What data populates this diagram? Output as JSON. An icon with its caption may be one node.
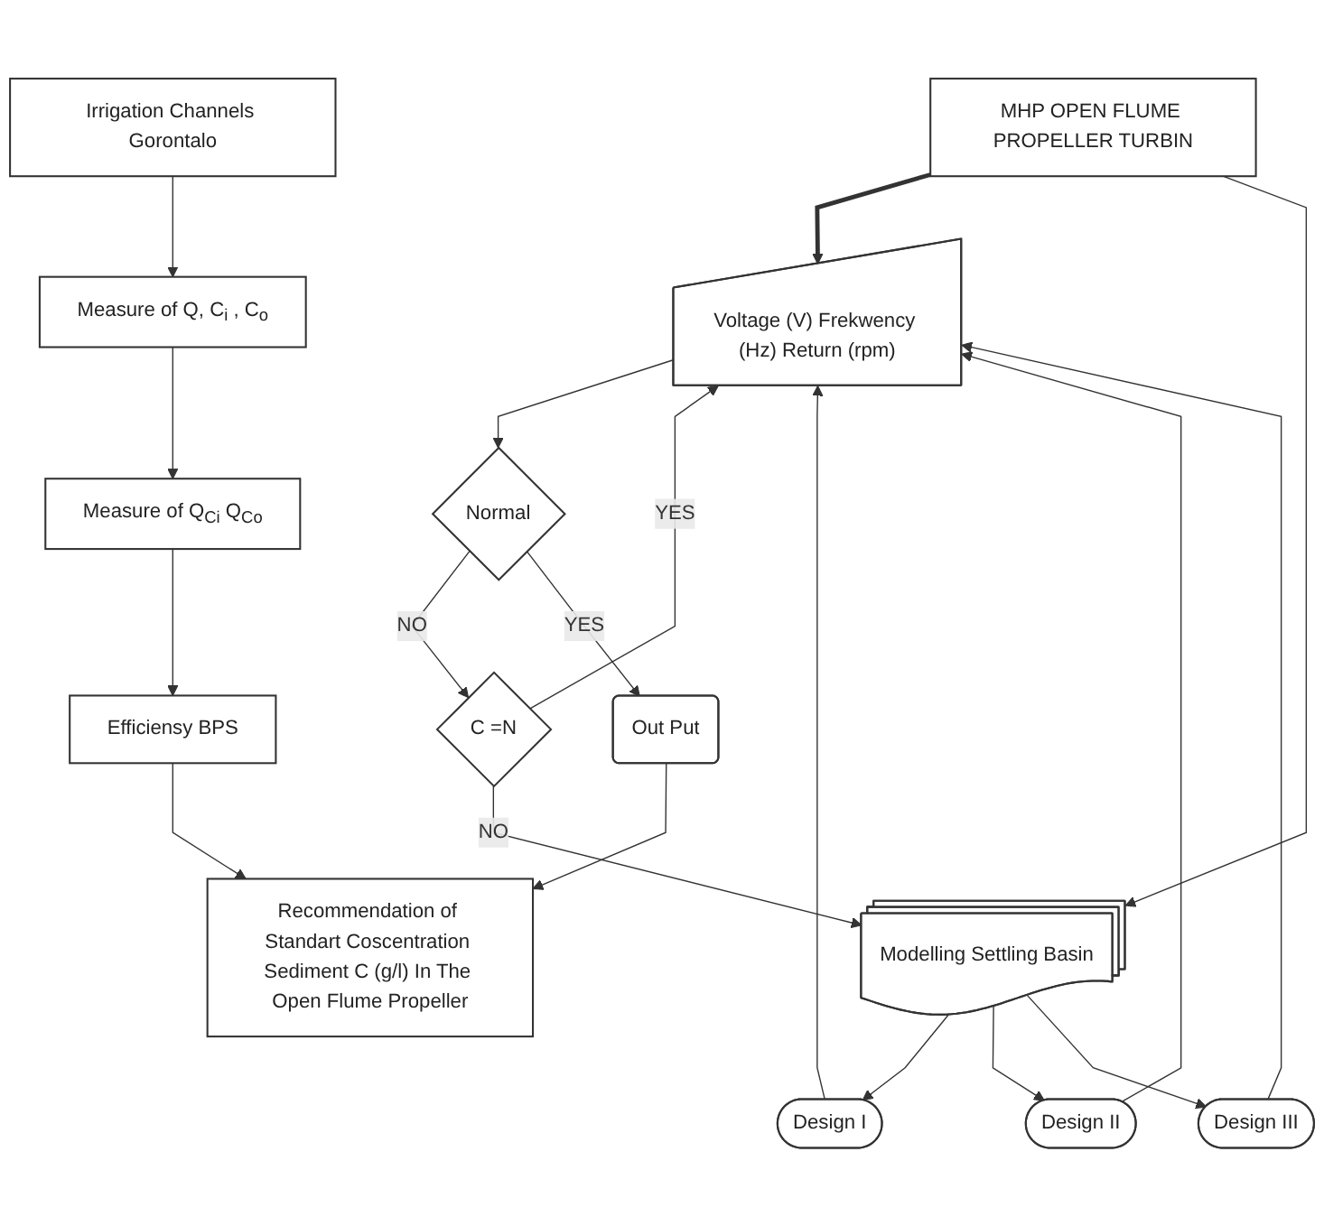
{
  "diagram": {
    "nodes": [
      {
        "text": [
          "MHP OPEN FLUME PROPELLER TURBIN"
        ]
      },
      {
        "text": [
          "Voltage (V) Frekwency (Hz) Return (rpm)"
        ]
      },
      {
        "text": [
          "C =N"
        ]
      },
      {
        "text": [
          "Normal"
        ]
      },
      {
        "text": [
          "Modelling Settling Basin"
        ]
      },
      {
        "text": [
          "Design I"
        ]
      },
      {
        "text": [
          "Design II"
        ]
      },
      {
        "text": [
          "Design III"
        ]
      },
      {
        "text": [
          "Out Put"
        ]
      },
      {
        "text": [
          "Irrigation Channels Gorontalo"
        ]
      },
      {
        "text": [
          "Efficiensy BPS"
        ]
      },
      {
        "text": [
          "Recommendation of Standart Coscentration Sediment C (g/l) In The Open Flume Propeller"
        ]
      },
      {
        "text": [
          "Measure of Q, C$_{i}$ , C$_{o}$"
        ]
      },
      {
        "text": [
          "Measure of Q$_{Ci}$ Q$_{Co}$"
        ]
      }
    ],
    "edges": [
      {
        "from": 0,
        "to": 1,
        "arrow": "to",
        "style": "thick"
      },
      {
        "from": 1,
        "to": 3,
        "arrow": "to"
      },
      {
        "from": 3,
        "to": 2,
        "arrow": "to",
        "label": "NO"
      },
      {
        "from": 2,
        "to": 1,
        "arrow": "to",
        "label": "YES"
      },
      {
        "from": 2,
        "to": 4,
        "arrow": "to",
        "label": "NO"
      },
      {
        "from": 0,
        "to": 4,
        "arrow": "to"
      },
      {
        "from": 4,
        "to": 5,
        "arrow": "to"
      },
      {
        "from": 4,
        "to": 6,
        "arrow": "to"
      },
      {
        "from": 4,
        "to": 7,
        "arrow": "to"
      },
      {
        "from": 5,
        "to": 1,
        "arrow": "to"
      },
      {
        "from": 6,
        "to": 1,
        "arrow": "to"
      },
      {
        "from": 7,
        "to": 1,
        "arrow": "to"
      },
      {
        "from": 3,
        "to": 8,
        "arrow": "to",
        "label": "YES"
      },
      {
        "from": 8,
        "to": 11,
        "arrow": "to"
      },
      {
        "from": 9,
        "to": 12,
        "arrow": "to"
      },
      {
        "from": 12,
        "to": 13,
        "arrow": "to"
      },
      {
        "from": 13,
        "to": 10,
        "arrow": "to"
      },
      {
        "from": 10,
        "to": 11,
        "arrow": "to"
      }
    ]
  }
}
